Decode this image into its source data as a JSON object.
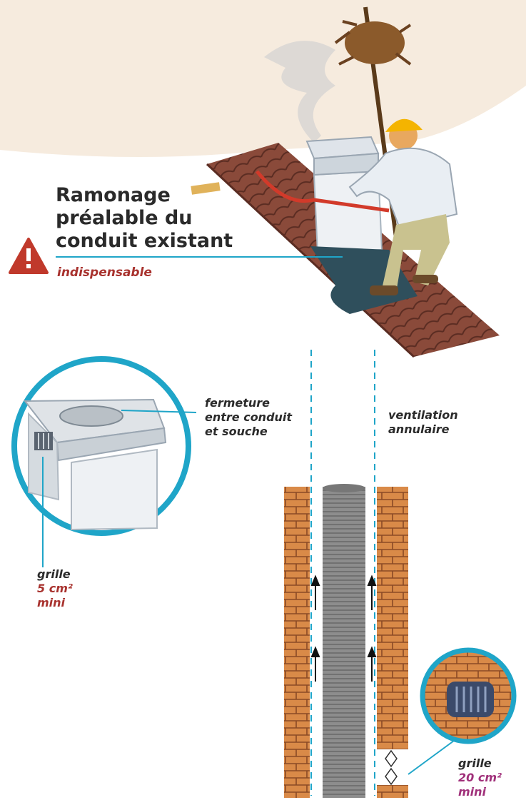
{
  "title": {
    "line1": "Ramonage",
    "line2": "préalable du",
    "line3": "conduit existant",
    "note": "indispensable"
  },
  "labels": {
    "closure_line1": "fermeture",
    "closure_line2": "entre conduit",
    "closure_line3": "et souche",
    "ventilation_line1": "ventilation",
    "ventilation_line2": "annulaire",
    "grille_small_word": "grille",
    "grille_small_size": "5 cm²",
    "grille_small_mini": "mini",
    "grille_large_word": "grille",
    "grille_large_size": "20 cm²",
    "grille_large_mini": "mini"
  },
  "colors": {
    "accent_cyan": "#1fa5c8",
    "warning_red": "#c0392b",
    "brick": "#c97a3e",
    "tile": "#8a4a3a"
  },
  "icons": [
    "warning-icon",
    "arrow-up-icon"
  ]
}
